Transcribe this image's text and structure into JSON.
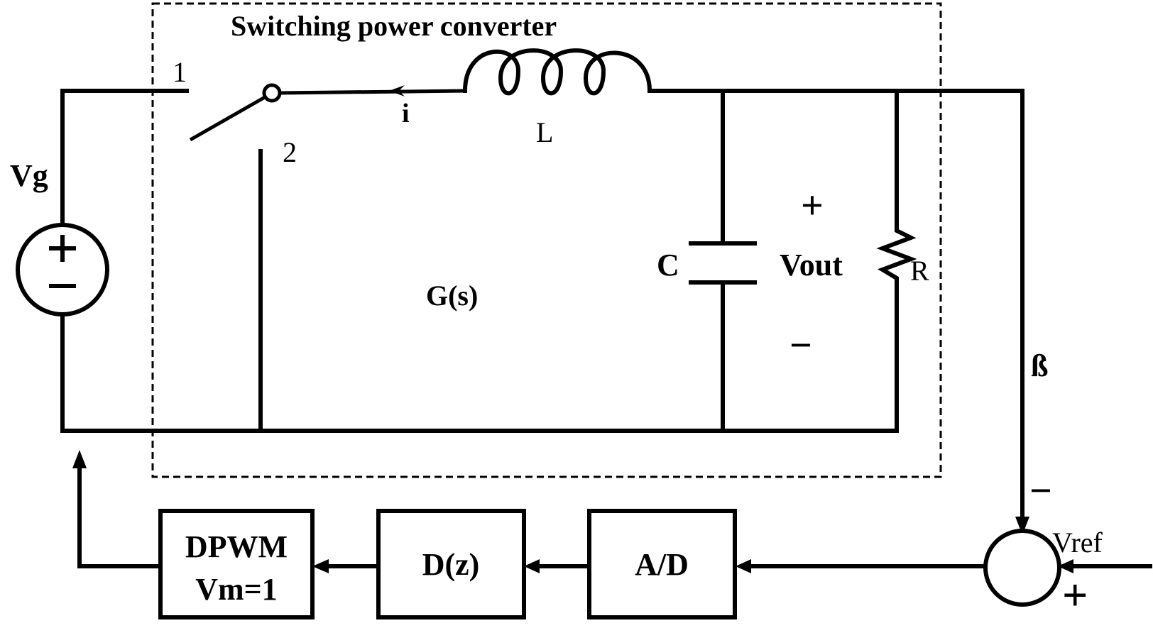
{
  "labels": {
    "converter_title": "Switching power converter",
    "source": "Vg",
    "switch_pos1": "1",
    "switch_pos2": "2",
    "current": "i",
    "inductor": "L",
    "capacitor": "C",
    "output_voltage": "Vout",
    "resistor": "R",
    "plant": "G(s)",
    "out_plus": "+",
    "out_minus": "−",
    "feedback_gain": "ß",
    "sum_minus": "−",
    "sum_plus": "+",
    "reference": "Vref"
  },
  "blocks": {
    "dpwm_line1": "DPWM",
    "dpwm_line2": "Vm=1",
    "controller": "D(z)",
    "adc": "A/D"
  }
}
